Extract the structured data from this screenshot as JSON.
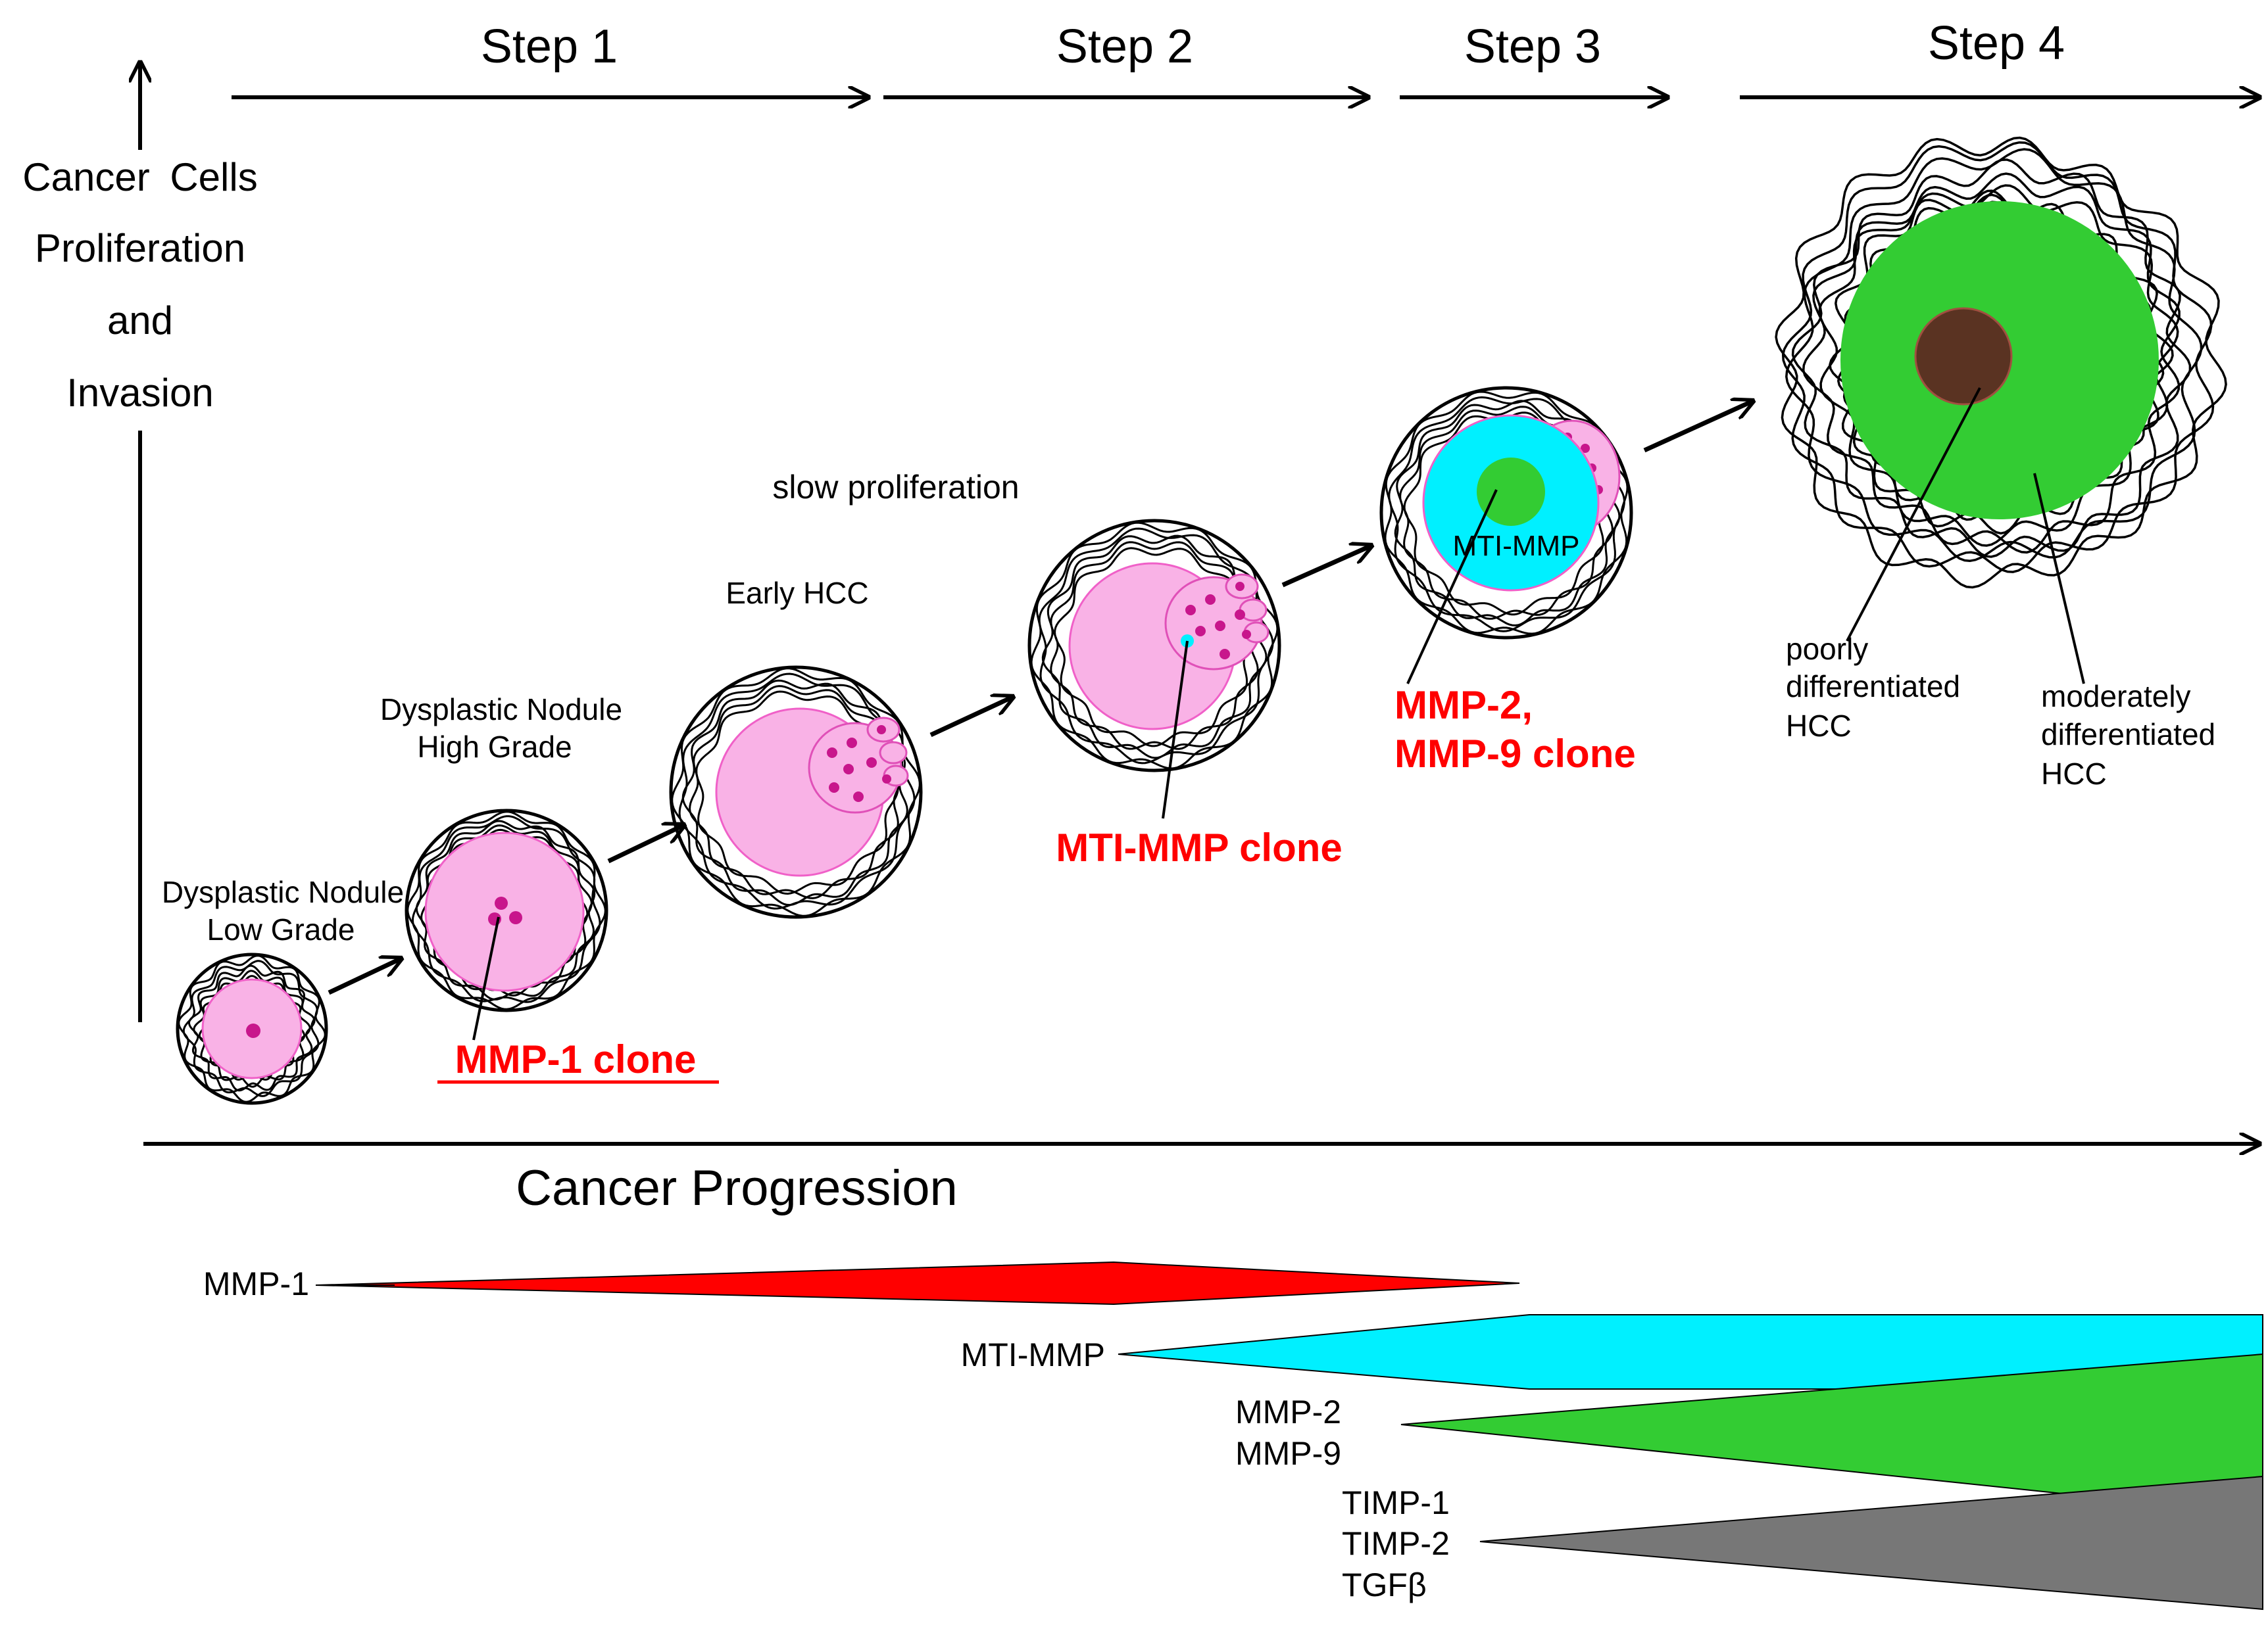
{
  "steps": [
    "Step 1",
    "Step 2",
    "Step 3",
    "Step 4"
  ],
  "y_axis_lines": [
    "Cancer Cells",
    "Proliferation",
    "and",
    "Invasion"
  ],
  "x_axis_label": "Cancer Progression",
  "stages": {
    "dn_low": [
      "Dysplastic Nodule",
      "Low Grade"
    ],
    "dn_high": [
      "Dysplastic Nodule",
      "High Grade"
    ],
    "early_hcc": "Early HCC",
    "slow_prolif": "slow proliferation",
    "poorly": [
      "poorly",
      "differentiated",
      "HCC"
    ],
    "moderately": [
      "moderately",
      "differentiated",
      "HCC"
    ]
  },
  "clones": {
    "mmp1": "MMP-1 clone",
    "mt1mmp": "MTI-MMP clone",
    "mmp29": [
      "MMP-2,",
      "MMP-9 clone"
    ],
    "mt1mmp_inner": "MTI-MMP"
  },
  "wedges": {
    "mmp1": "MMP-1",
    "mt1mmp": "MTI-MMP",
    "mmp2_9": [
      "MMP-2",
      "MMP-9"
    ],
    "timp": [
      "TIMP-1",
      "TIMP-2",
      "TGFβ"
    ]
  },
  "colors": {
    "pink": "#f9b2e6",
    "pink_edge": "#f060c8",
    "magenta_dot": "#c8168c",
    "red": "#ff0000",
    "cyan": "#00f0ff",
    "green": "#33cc33",
    "brown": "#5a3322",
    "gray": "#777777",
    "clone_label": "#ff0000"
  }
}
